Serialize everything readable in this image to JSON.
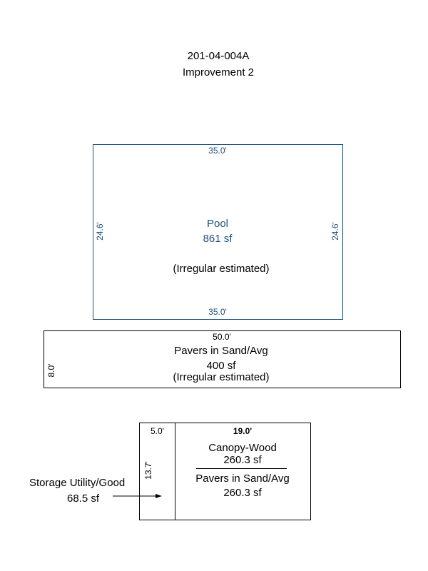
{
  "header": {
    "parcel_id": "201-04-004A",
    "improvement": "Improvement 2"
  },
  "pool": {
    "label": "Pool",
    "area": "861 sf",
    "note": "(Irregular estimated)",
    "dim_top": "35.0'",
    "dim_bottom": "35.0'",
    "dim_left": "24.6'",
    "dim_right": "24.6'",
    "color": "#1f4e79"
  },
  "pavers": {
    "label": "Pavers in Sand/Avg",
    "area": "400 sf",
    "note": "(Irregular estimated)",
    "dim_top": "50.0'",
    "dim_left": "8.0'"
  },
  "storage": {
    "label": "Storage Utility/Good",
    "area": "68.5 sf",
    "dim_top": "5.0'",
    "dim_side": "13.7'"
  },
  "canopy": {
    "dim_top": "19.0'",
    "label": "Canopy-Wood",
    "area": "260.3 sf",
    "sub_label": "Pavers in Sand/Avg",
    "sub_area": "260.3 sf"
  }
}
